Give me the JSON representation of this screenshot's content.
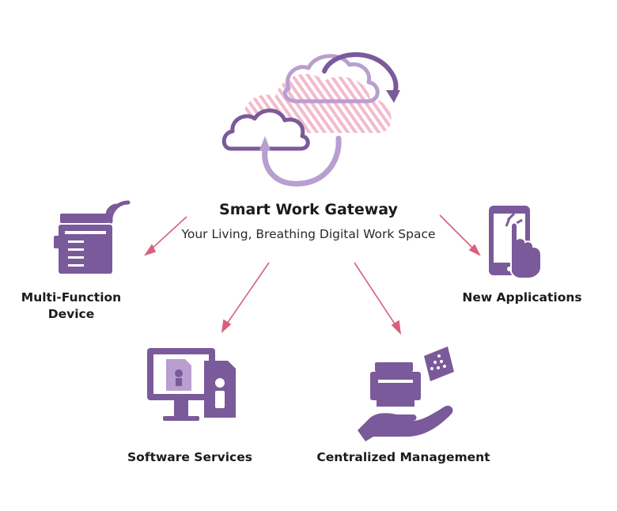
{
  "center": {
    "title": "Smart Work Gateway",
    "subtitle": "Your Living, Breathing Digital Work Space"
  },
  "nodes": {
    "multi_function_device": {
      "label_line1": "Multi-Function",
      "label_line2": "Device",
      "icon": "printer-wifi-icon"
    },
    "new_applications": {
      "label": "New Applications",
      "icon": "tablet-touch-icon"
    },
    "software_services": {
      "label": "Software Services",
      "icon": "monitor-documents-icon"
    },
    "centralized_management": {
      "label": "Centralized Management",
      "icon": "hand-printer-icon"
    }
  },
  "colors": {
    "purple": "#7a5a9a",
    "purple_light": "#b89fd0",
    "pink_stripe": "#f2b6c8",
    "arrow_pink": "#d8607c"
  }
}
